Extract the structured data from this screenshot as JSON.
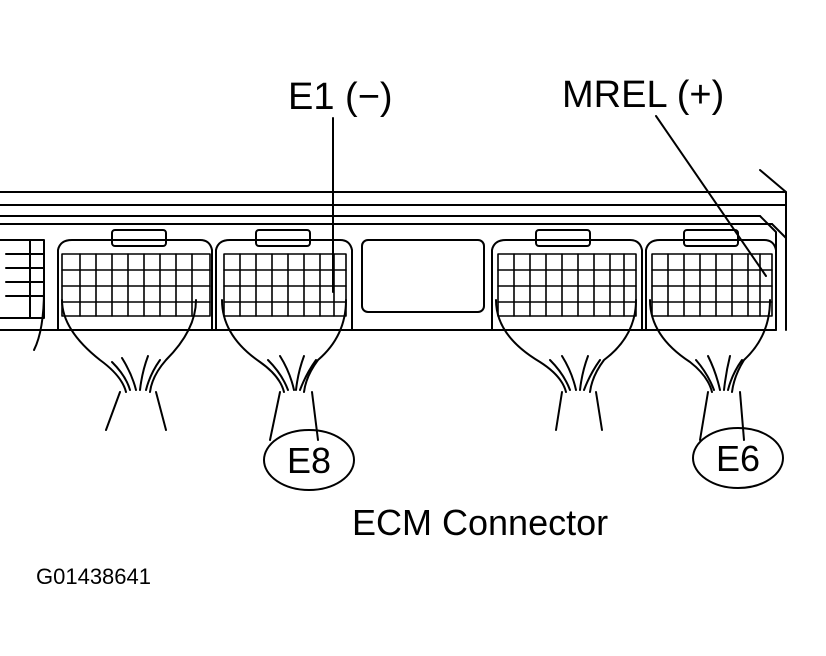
{
  "callouts": {
    "e1": "E1 (−)",
    "mrel": "MREL (+)"
  },
  "connectors": {
    "left": "E8",
    "right": "E6"
  },
  "caption": "ECM Connector",
  "figure_code": "G01438641",
  "colors": {
    "ink": "#000000",
    "paper": "#ffffff"
  }
}
